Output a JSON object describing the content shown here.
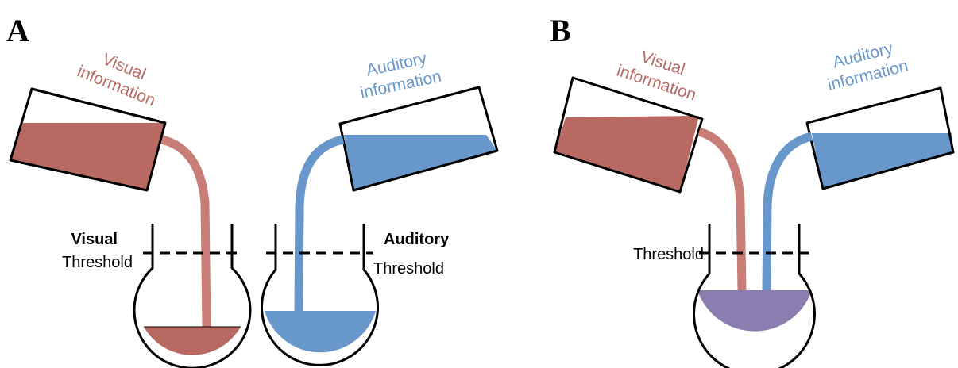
{
  "panels": {
    "a": {
      "letter": "A",
      "visual_label": [
        "Visual",
        "information"
      ],
      "auditory_label": [
        "Auditory",
        "information"
      ],
      "visual_threshold_label": [
        "Visual",
        "Threshold"
      ],
      "auditory_threshold_label": [
        "Auditory",
        "Threshold"
      ]
    },
    "b": {
      "letter": "B",
      "visual_label": [
        "Visual",
        "information"
      ],
      "auditory_label": [
        "Auditory",
        "information"
      ],
      "threshold_label": "Threshold"
    }
  },
  "colors": {
    "visual": "#b86a62",
    "auditory": "#6897cb",
    "combined": "#8c7db0",
    "outline": "#000000"
  }
}
